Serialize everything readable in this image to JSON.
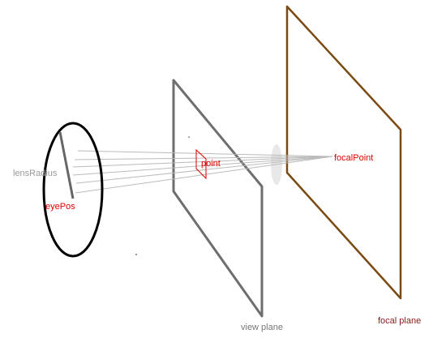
{
  "labels": {
    "lens_radius": "lensRadius",
    "eye_pos": "eyePos",
    "point": "point",
    "focal_point": "focalPoint",
    "view_plane": "view plane",
    "focal_plane": "focal plane"
  },
  "colors": {
    "lens_outline": "#000000",
    "lens_radius": "#666666",
    "eye_pos_label": "#e00000",
    "rays": "#bbbbbb",
    "view_plane": "#6e6e6e",
    "focal_plane": "#7a4a12",
    "point_marker": "#e00000",
    "focal_point_label": "#e00000",
    "view_plane_label": "#777777",
    "focal_plane_label": "#8b1a1a",
    "ghost_ellipse": "#dddddd",
    "lens_radius_label": "#999999"
  }
}
